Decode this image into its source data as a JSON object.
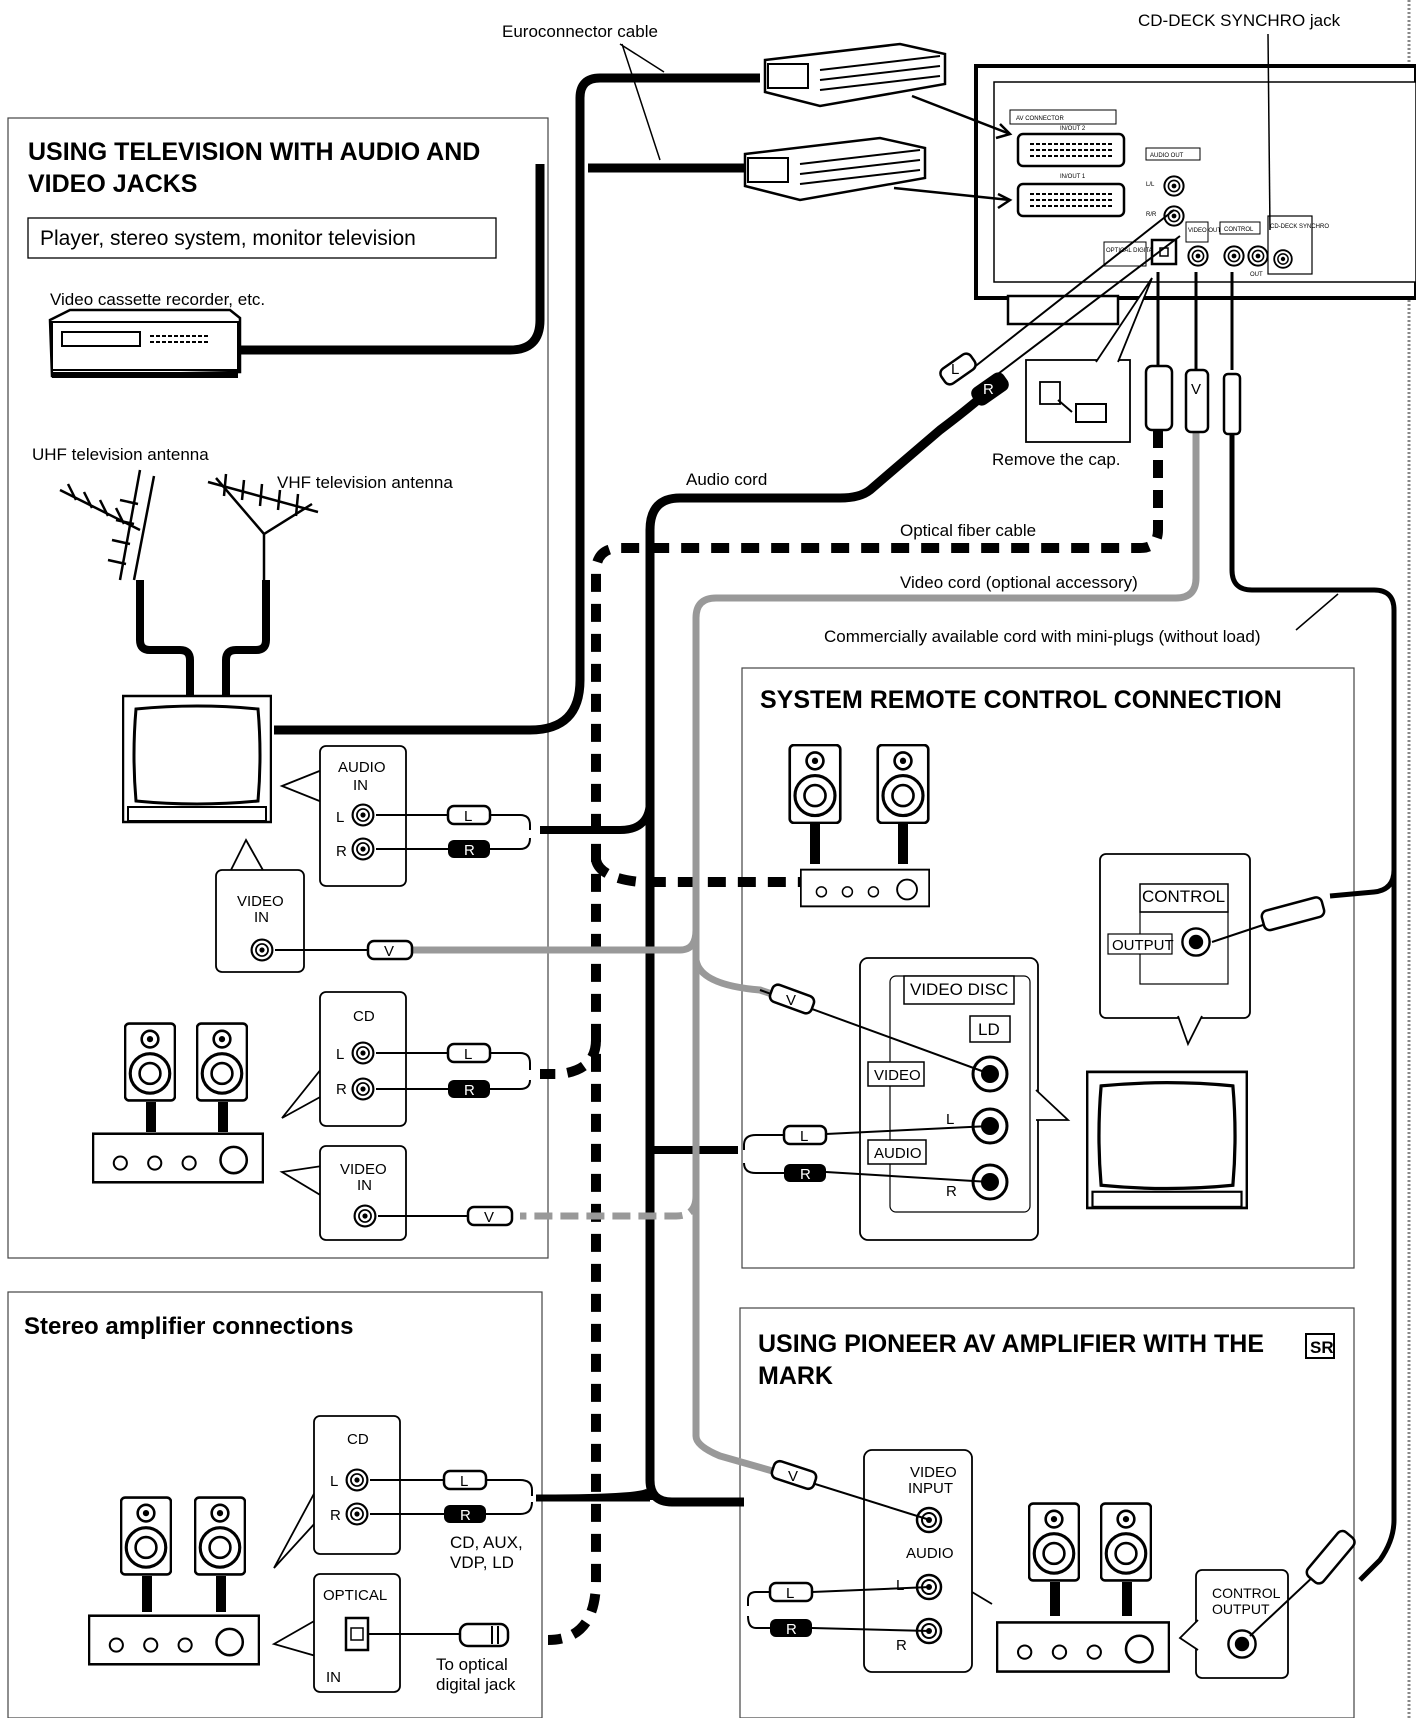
{
  "top": {
    "euroconnector_cable": "Euroconnector cable",
    "cd_deck_synchro_jack": "CD-DECK SYNCHRO jack"
  },
  "rear_panel": {
    "av_connector": "AV CONNECTOR",
    "in_out_2": "IN/OUT 2",
    "in_out_1": "IN/OUT 1",
    "audio_out": "AUDIO OUT",
    "l": "L/L",
    "r": "R/R",
    "video_out": "VIDEO OUT",
    "control": "CONTROL",
    "out": "OUT",
    "optical_digital_out": "OPTICAL DIGITAL OUT",
    "cd_deck_synchro": "CD-DECK SYNCHRO"
  },
  "tv_section": {
    "title_line1": "USING TELEVISION WITH AUDIO AND",
    "title_line2": "VIDEO JACKS",
    "subtitle": "Player, stereo system, monitor television",
    "vcr_label": "Video cassette recorder, etc.",
    "uhf_label": "UHF television antenna",
    "vhf_label": "VHF television antenna",
    "audio_in": [
      "AUDIO",
      "IN"
    ],
    "video_in": [
      "VIDEO",
      "IN"
    ],
    "cd": "CD",
    "amp_video_in": [
      "VIDEO",
      "IN"
    ],
    "l": "L",
    "r": "R"
  },
  "cables": {
    "audio_cord": "Audio cord",
    "optical_fiber": "Optical fiber cable",
    "video_cord": "Video cord (optional accessory)",
    "mini_plug_cord": "Commercially available cord with mini-plugs (without load)",
    "remove_cap": "Remove the cap."
  },
  "plugs": {
    "l": "L",
    "r": "R",
    "v": "V"
  },
  "stereo_section": {
    "title": "Stereo amplifier connections",
    "cd": "CD",
    "l": "L",
    "r": "R",
    "inputs_line1": "CD, AUX,",
    "inputs_line2": "VDP, LD",
    "optical": "OPTICAL",
    "in": "IN",
    "to_optical_line1": "To optical",
    "to_optical_line2": "digital jack"
  },
  "remote_section": {
    "title": "SYSTEM REMOTE CONTROL CONNECTION",
    "control": "CONTROL",
    "output": "OUTPUT",
    "video_disc": "VIDEO DISC",
    "ld": "LD",
    "video": "VIDEO",
    "audio": "AUDIO",
    "l": "L",
    "r": "R"
  },
  "av_amp_section": {
    "title_line1": "USING PIONEER AV AMPLIFIER WITH THE",
    "sr_mark": "SR",
    "title_line2": "MARK",
    "video_input": [
      "VIDEO",
      "INPUT"
    ],
    "audio": "AUDIO",
    "l": "L",
    "r": "R",
    "control_output": [
      "CONTROL",
      "OUTPUT"
    ]
  }
}
